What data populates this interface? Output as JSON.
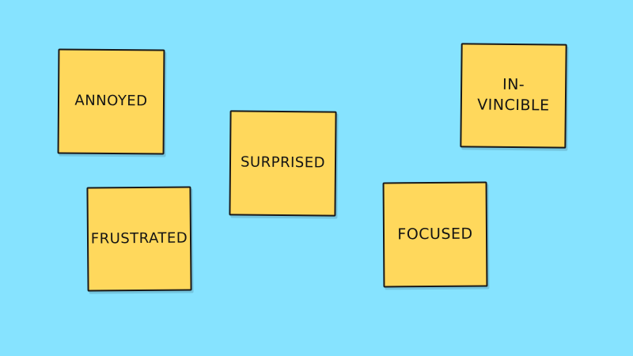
{
  "board": {
    "background_color": "#86e3ff",
    "note_color": "#ffd85c",
    "notes": [
      {
        "label": "ANNOYED"
      },
      {
        "label": "FRUSTRATED"
      },
      {
        "label": "SURPRISED"
      },
      {
        "label": "FOCUSED"
      },
      {
        "label": "IN-\nVINCIBLE"
      }
    ]
  }
}
